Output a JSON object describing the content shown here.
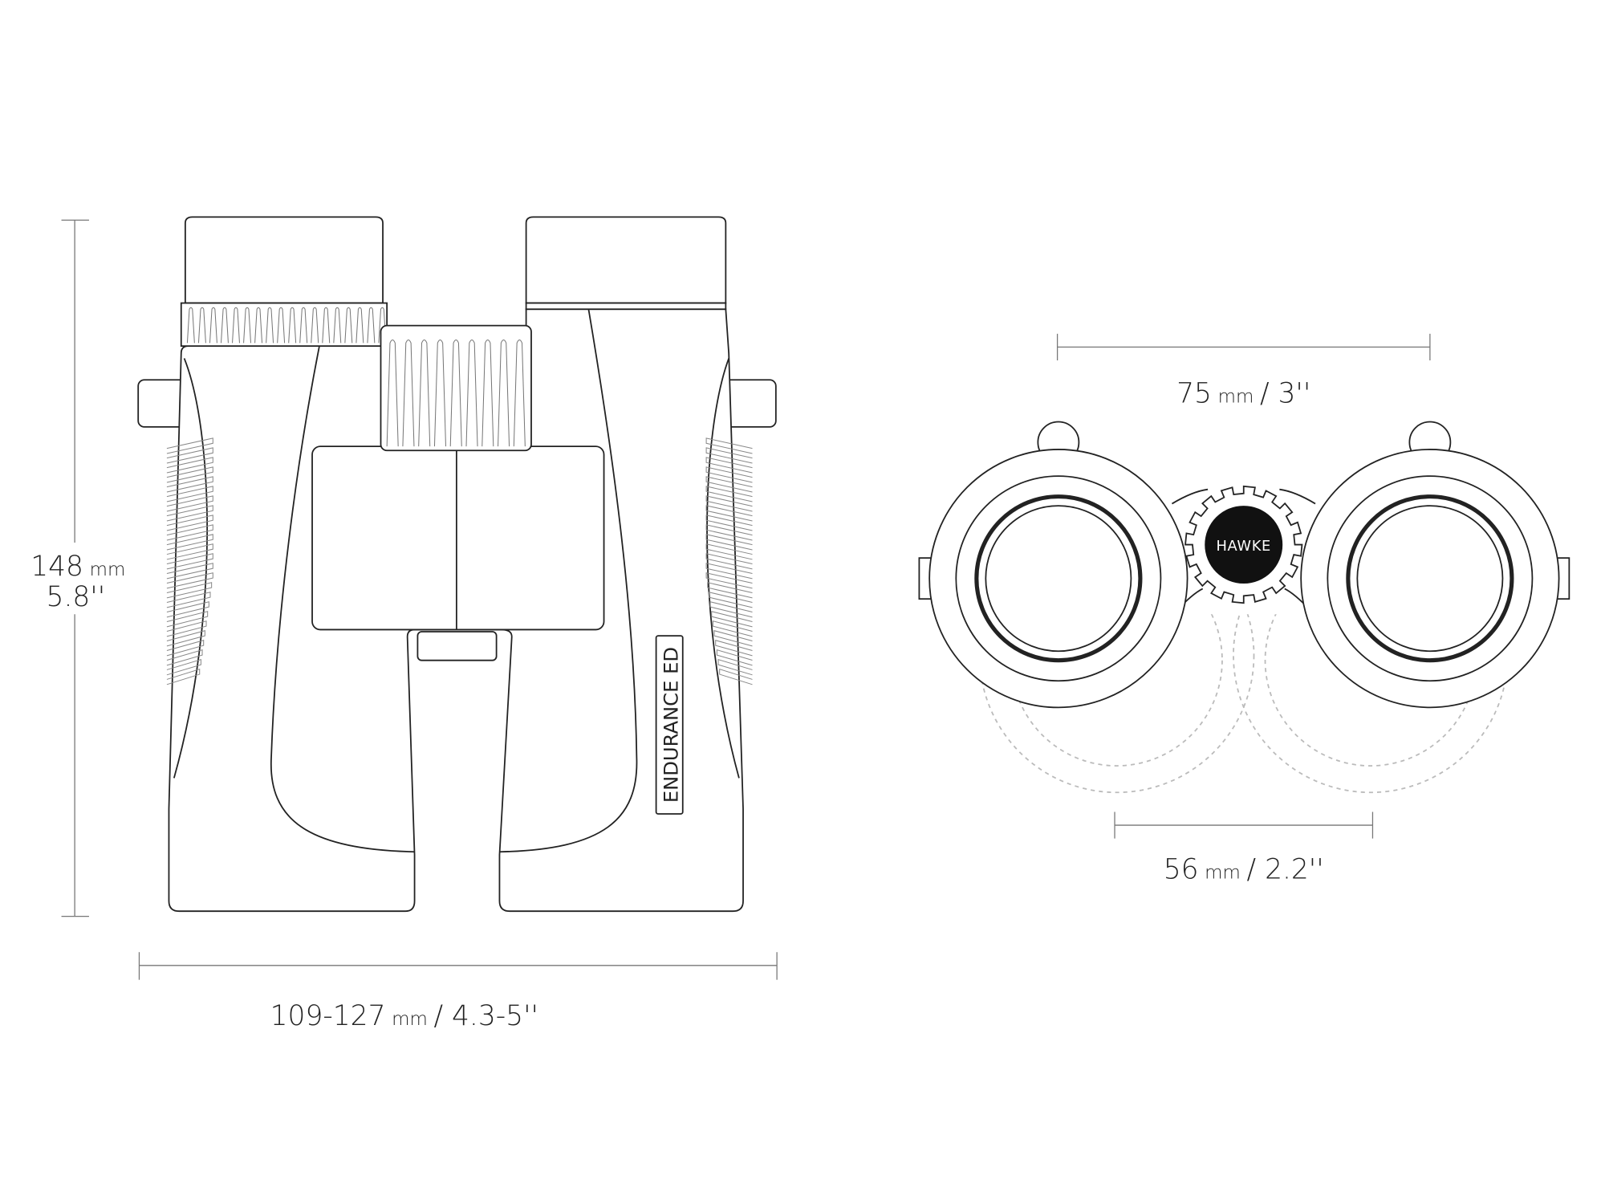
{
  "product": {
    "model_label": "ENDURANCE ED",
    "brand_logo": "HAWKE"
  },
  "dimensions": {
    "height": {
      "value": "148",
      "unit": "mm",
      "imperial": "5.8''"
    },
    "width": {
      "value": "109-127",
      "unit": "mm",
      "imperial": "/ 4.3-5''"
    },
    "objective_spacing": {
      "value": "75",
      "unit": "mm",
      "imperial": "/ 3''"
    },
    "objective_diameter": {
      "value": "56",
      "unit": "mm",
      "imperial": "/ 2.2''"
    }
  },
  "colors": {
    "line": "#222222",
    "dimension": "#777777",
    "hidden": "#bbbbbb",
    "logo_bg": "#111111"
  }
}
